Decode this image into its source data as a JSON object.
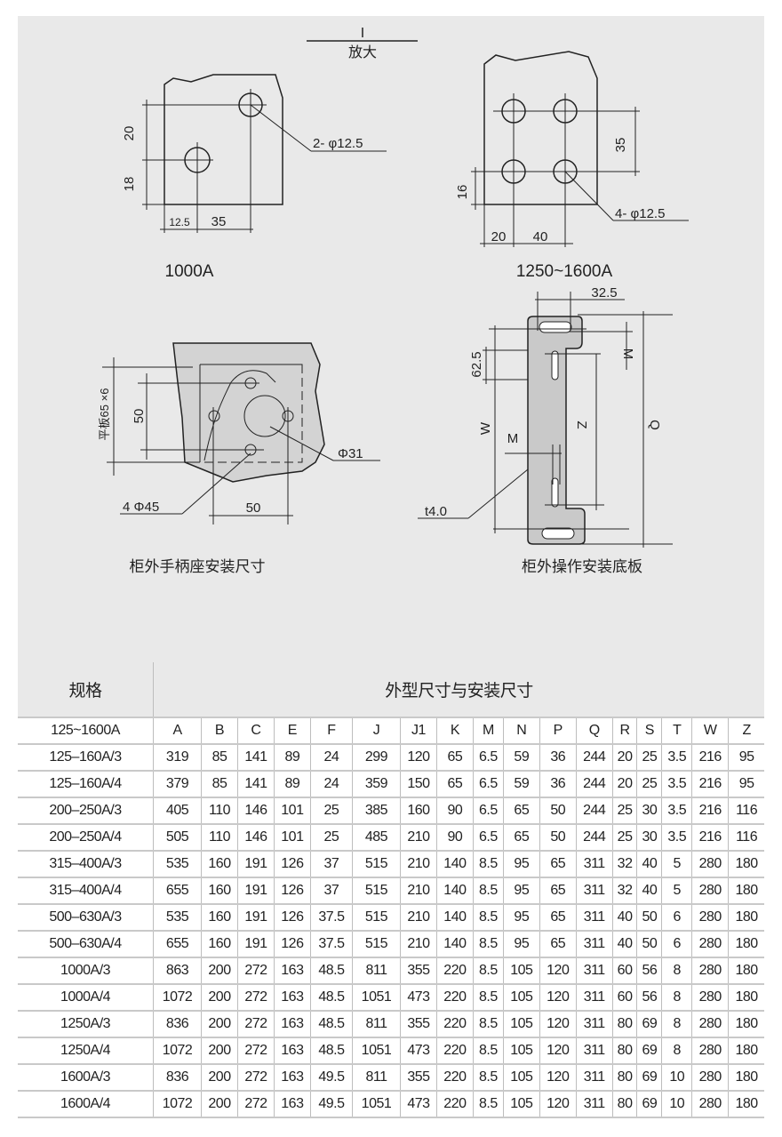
{
  "drawings": {
    "detail_mark": "I",
    "detail_label": "放大",
    "d1000": {
      "title": "1000A",
      "dim_20": "20",
      "dim_18": "18",
      "dim_12_5": "12.5",
      "dim_35": "35",
      "holes": "2- φ12.5"
    },
    "d1250": {
      "title": "1250~1600A",
      "dim_35": "35",
      "dim_16": "16",
      "dim_20": "20",
      "dim_40": "40",
      "holes": "4- φ12.5"
    },
    "handle": {
      "caption": "柜外手柄座安装尺寸",
      "plate": "平板65 ×6",
      "dim_50v": "50",
      "dim_50h": "50",
      "center": "Φ31",
      "holes": "4 Φ45"
    },
    "base": {
      "caption": "柜外操作安装底板",
      "dim_32_5": "32.5",
      "dim_62_5": "62.5",
      "M1": "M",
      "M2": "M",
      "W": "W",
      "Z": "Z",
      "Q": "Q",
      "thickness": "t4.0"
    }
  },
  "table": {
    "spec_header": "规格",
    "dims_header": "外型尺寸与安装尺寸",
    "range_label": "125~1600A",
    "columns": [
      "A",
      "B",
      "C",
      "E",
      "F",
      "J",
      "J1",
      "K",
      "M",
      "N",
      "P",
      "Q",
      "R",
      "S",
      "T",
      "W",
      "Z"
    ],
    "rows": [
      {
        "spec": "125–160A/3",
        "values": [
          "319",
          "85",
          "141",
          "89",
          "24",
          "299",
          "120",
          "65",
          "6.5",
          "59",
          "36",
          "244",
          "20",
          "25",
          "3.5",
          "216",
          "95"
        ]
      },
      {
        "spec": "125–160A/4",
        "values": [
          "379",
          "85",
          "141",
          "89",
          "24",
          "359",
          "150",
          "65",
          "6.5",
          "59",
          "36",
          "244",
          "20",
          "25",
          "3.5",
          "216",
          "95"
        ]
      },
      {
        "spec": "200–250A/3",
        "values": [
          "405",
          "110",
          "146",
          "101",
          "25",
          "385",
          "160",
          "90",
          "6.5",
          "65",
          "50",
          "244",
          "25",
          "30",
          "3.5",
          "216",
          "116"
        ]
      },
      {
        "spec": "200–250A/4",
        "values": [
          "505",
          "110",
          "146",
          "101",
          "25",
          "485",
          "210",
          "90",
          "6.5",
          "65",
          "50",
          "244",
          "25",
          "30",
          "3.5",
          "216",
          "116"
        ]
      },
      {
        "spec": "315–400A/3",
        "values": [
          "535",
          "160",
          "191",
          "126",
          "37",
          "515",
          "210",
          "140",
          "8.5",
          "95",
          "65",
          "311",
          "32",
          "40",
          "5",
          "280",
          "180"
        ]
      },
      {
        "spec": "315–400A/4",
        "values": [
          "655",
          "160",
          "191",
          "126",
          "37",
          "515",
          "210",
          "140",
          "8.5",
          "95",
          "65",
          "311",
          "32",
          "40",
          "5",
          "280",
          "180"
        ]
      },
      {
        "spec": "500–630A/3",
        "values": [
          "535",
          "160",
          "191",
          "126",
          "37.5",
          "515",
          "210",
          "140",
          "8.5",
          "95",
          "65",
          "311",
          "40",
          "50",
          "6",
          "280",
          "180"
        ]
      },
      {
        "spec": "500–630A/4",
        "values": [
          "655",
          "160",
          "191",
          "126",
          "37.5",
          "515",
          "210",
          "140",
          "8.5",
          "95",
          "65",
          "311",
          "40",
          "50",
          "6",
          "280",
          "180"
        ]
      },
      {
        "spec": "1000A/3",
        "values": [
          "863",
          "200",
          "272",
          "163",
          "48.5",
          "811",
          "355",
          "220",
          "8.5",
          "105",
          "120",
          "311",
          "60",
          "56",
          "8",
          "280",
          "180"
        ]
      },
      {
        "spec": "1000A/4",
        "values": [
          "1072",
          "200",
          "272",
          "163",
          "48.5",
          "1051",
          "473",
          "220",
          "8.5",
          "105",
          "120",
          "311",
          "60",
          "56",
          "8",
          "280",
          "180"
        ]
      },
      {
        "spec": "1250A/3",
        "values": [
          "836",
          "200",
          "272",
          "163",
          "48.5",
          "811",
          "355",
          "220",
          "8.5",
          "105",
          "120",
          "311",
          "80",
          "69",
          "8",
          "280",
          "180"
        ]
      },
      {
        "spec": "1250A/4",
        "values": [
          "1072",
          "200",
          "272",
          "163",
          "48.5",
          "1051",
          "473",
          "220",
          "8.5",
          "105",
          "120",
          "311",
          "80",
          "69",
          "8",
          "280",
          "180"
        ]
      },
      {
        "spec": "1600A/3",
        "values": [
          "836",
          "200",
          "272",
          "163",
          "49.5",
          "811",
          "355",
          "220",
          "8.5",
          "105",
          "120",
          "311",
          "80",
          "69",
          "10",
          "280",
          "180"
        ]
      },
      {
        "spec": "1600A/4",
        "values": [
          "1072",
          "200",
          "272",
          "163",
          "49.5",
          "1051",
          "473",
          "220",
          "8.5",
          "105",
          "120",
          "311",
          "80",
          "69",
          "10",
          "280",
          "180"
        ]
      }
    ]
  }
}
